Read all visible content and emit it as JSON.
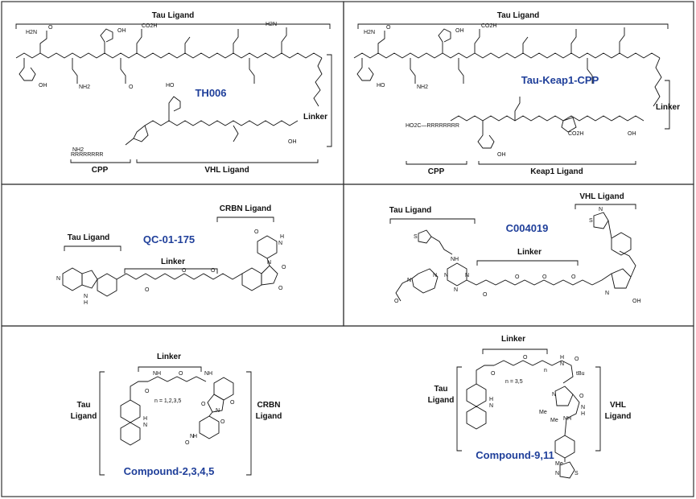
{
  "panels": {
    "th006": {
      "name": "TH006",
      "labels": {
        "tau": "Tau Ligand",
        "linker": "Linker",
        "cpp": "CPP",
        "vhl": "VHL Ligand"
      },
      "cpp_sequence": "RRRRRRRR",
      "atoms": [
        "H2N",
        "O",
        "OH",
        "CO2H",
        "NH2",
        "HO",
        "OH",
        "H2N",
        "O",
        "NH2",
        "OH"
      ]
    },
    "tau_keap1_cpp": {
      "name": "Tau-Keap1-CPP",
      "labels": {
        "tau": "Tau Ligand",
        "linker": "Linker",
        "cpp": "CPP",
        "keap1": "Keap1 Ligand"
      },
      "cpp_sequence": "HO2C—RRRRRRRR",
      "atoms": [
        "H2N",
        "O",
        "OH",
        "CO2H",
        "NH2",
        "HO",
        "OH",
        "CO2H",
        "OH"
      ]
    },
    "qc01175": {
      "name": "QC-01-175",
      "labels": {
        "tau": "Tau Ligand",
        "linker": "Linker",
        "crbn": "CRBN Ligand"
      },
      "atoms": [
        "N",
        "N",
        "H",
        "O",
        "O",
        "O",
        "N",
        "O",
        "O",
        "H",
        "N",
        "O"
      ]
    },
    "c004019": {
      "name": "C004019",
      "labels": {
        "tau": "Tau Ligand",
        "linker": "Linker",
        "vhl": "VHL Ligand"
      },
      "atoms": [
        "S",
        "NH",
        "N",
        "N",
        "N",
        "N",
        "N",
        "O",
        "O",
        "O",
        "O",
        "O",
        "N",
        "S",
        "N",
        "OH"
      ]
    },
    "compound2345": {
      "name": "Compound-2,3,4,5",
      "labels": {
        "tau": "Tau\nLigand",
        "linker": "Linker",
        "crbn": "CRBN\nLigand",
        "n": "n = 1,2,3,5"
      },
      "atoms": [
        "O",
        "H",
        "N",
        "O",
        "NH",
        "NH",
        "O",
        "N",
        "O",
        "O",
        "O",
        "N",
        "H"
      ]
    },
    "compound911": {
      "name": "Compound-9,11",
      "labels": {
        "tau": "Tau\nLigand",
        "linker": "Linker",
        "vhl": "VHL\nLigand",
        "n": "n = 3,5"
      },
      "atoms": [
        "O",
        "H",
        "N",
        "O",
        "n",
        "H",
        "N",
        "O",
        "tBu",
        "N",
        "O",
        "Me",
        "Me",
        "N",
        "H",
        "NH",
        "N",
        "S",
        "Me"
      ]
    }
  }
}
